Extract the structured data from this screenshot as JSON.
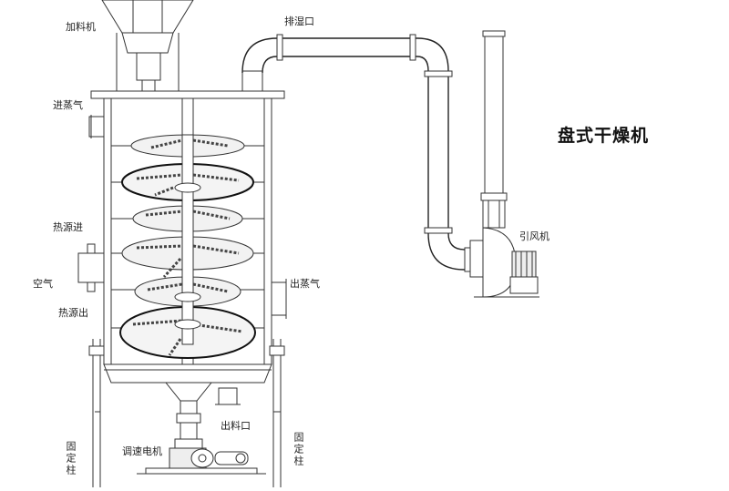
{
  "title": "盘式干燥机",
  "labels": {
    "feeder": "加料机",
    "steam_in": "进蒸气",
    "heat_in": "热源进",
    "air": "空气",
    "heat_out": "热源出",
    "motor": "调速电机",
    "discharge": "出料口",
    "steam_out": "出蒸气",
    "exhaust": "排湿口",
    "fan": "引风机",
    "column_left": "固定柱",
    "column_right": "固定柱"
  }
}
